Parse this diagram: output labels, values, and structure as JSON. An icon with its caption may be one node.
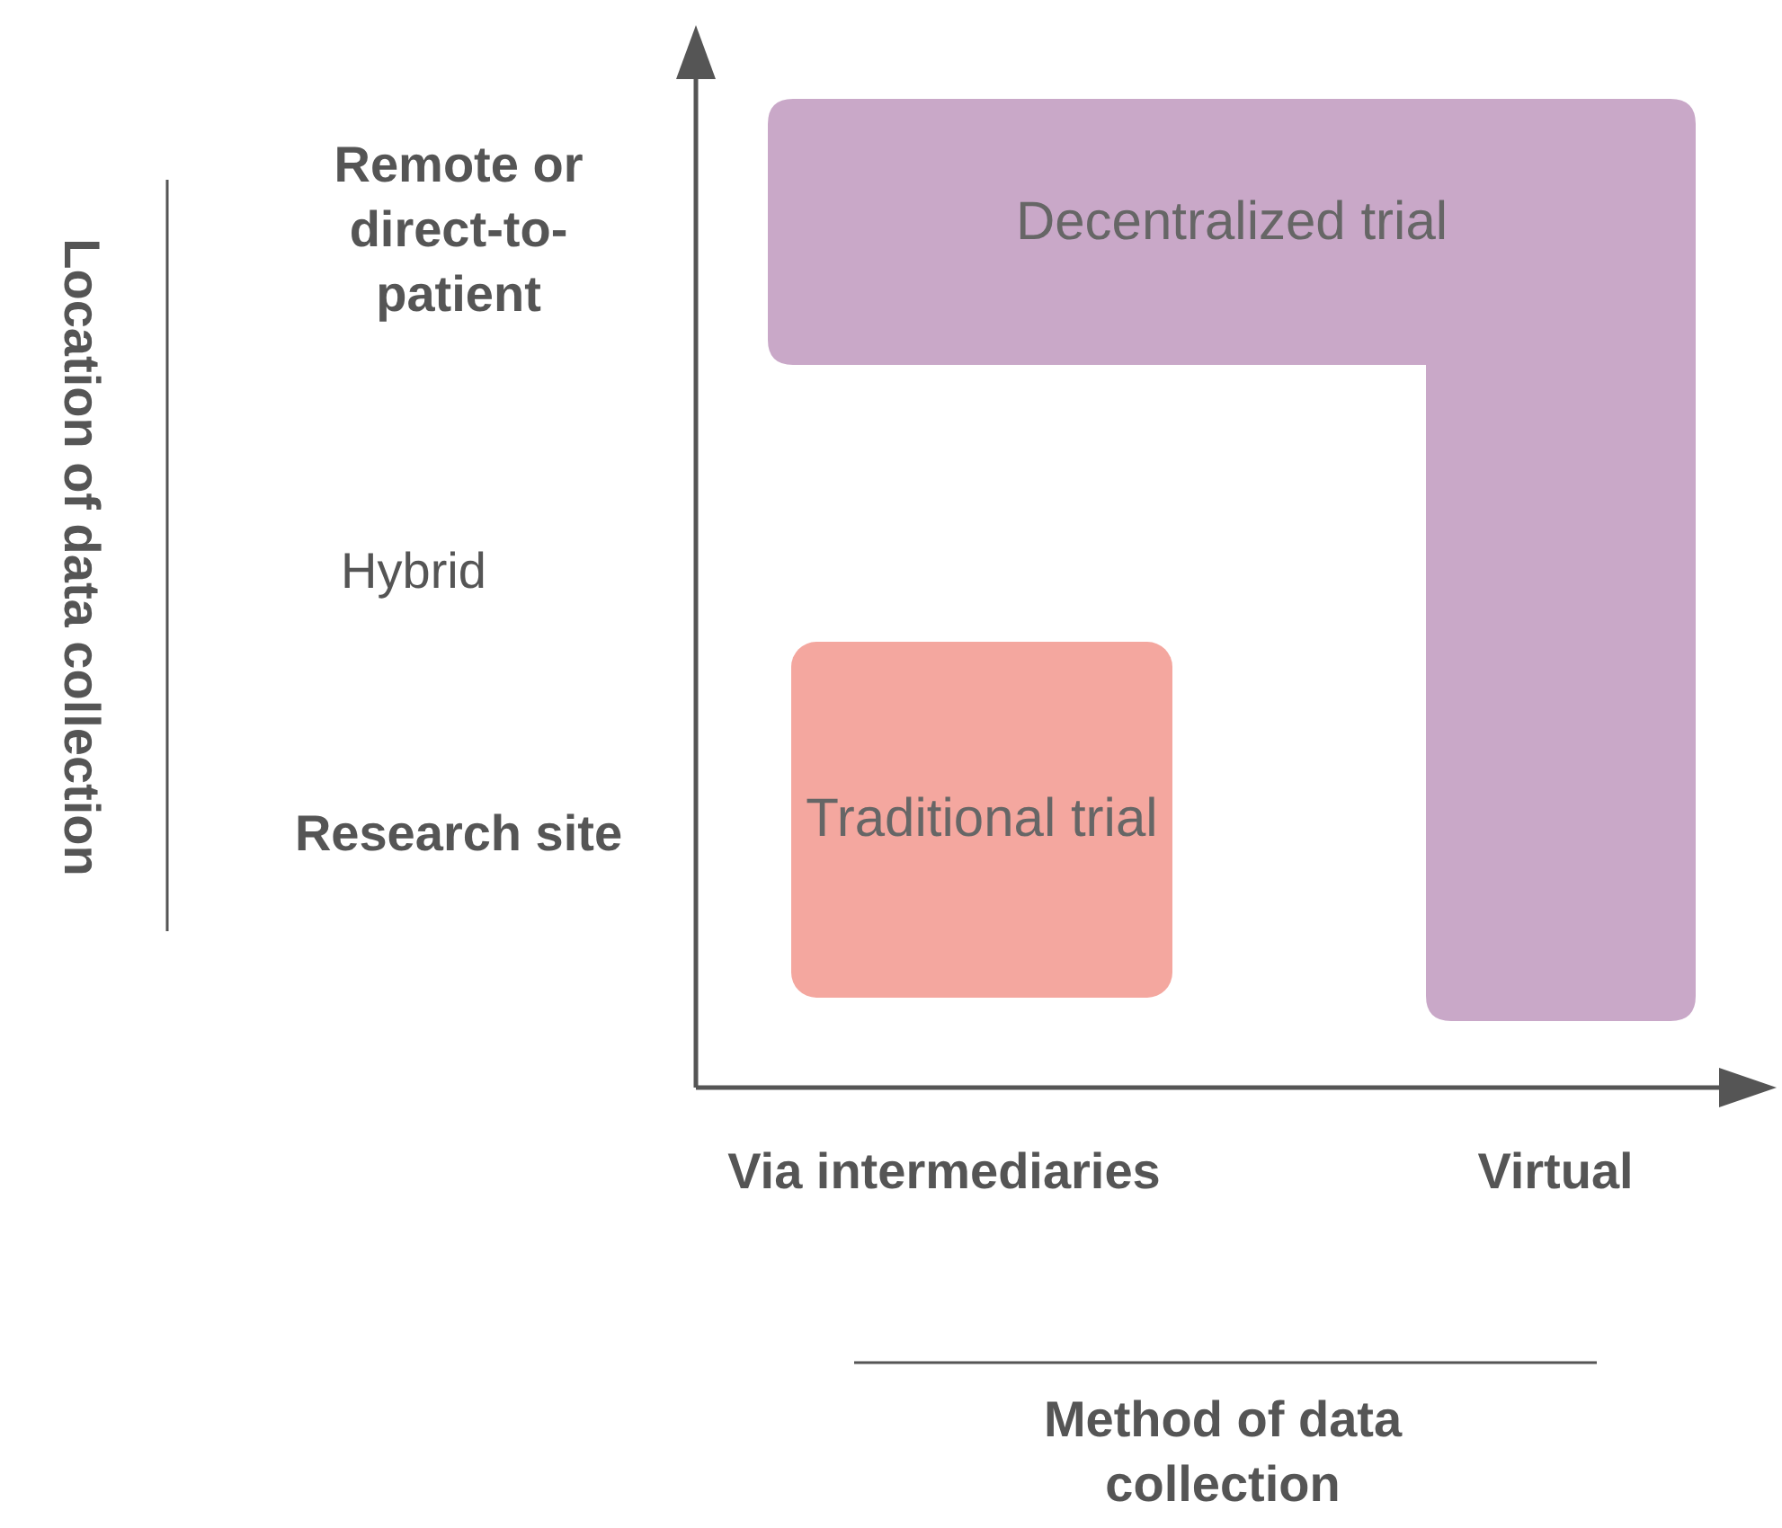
{
  "diagram": {
    "nodes": [
      {
        "text": [
          "Decentralized trial"
        ]
      },
      {
        "text": [
          "Traditional trial"
        ]
      }
    ],
    "edges": [],
    "labels": [
      "Location of data collection",
      "Remote or direct-to-patient",
      "Hybrid",
      "Research site",
      "Via intermediaries",
      "Virtual",
      "Method of data collection"
    ]
  }
}
